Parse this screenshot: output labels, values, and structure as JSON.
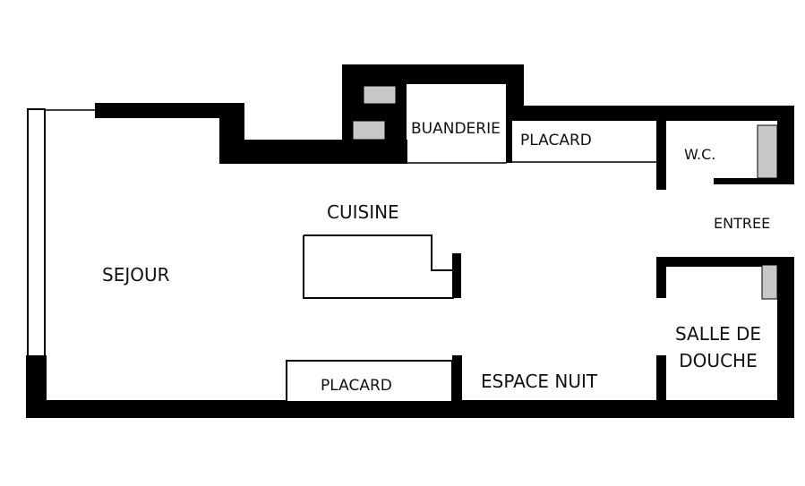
{
  "rooms": {
    "sejour": "SEJOUR",
    "cuisine": "CUISINE",
    "buanderie": "BUANDERIE",
    "placard_top": "PLACARD",
    "wc": "W.C.",
    "entree": "ENTREE",
    "salle_de_douche_line1": "SALLE DE",
    "salle_de_douche_line2": "DOUCHE",
    "espace_nuit": "ESPACE NUIT",
    "placard_bottom": "PLACARD"
  },
  "colors": {
    "wall": "#000000",
    "fixture": "#c8c8c8",
    "background": "#ffffff"
  }
}
